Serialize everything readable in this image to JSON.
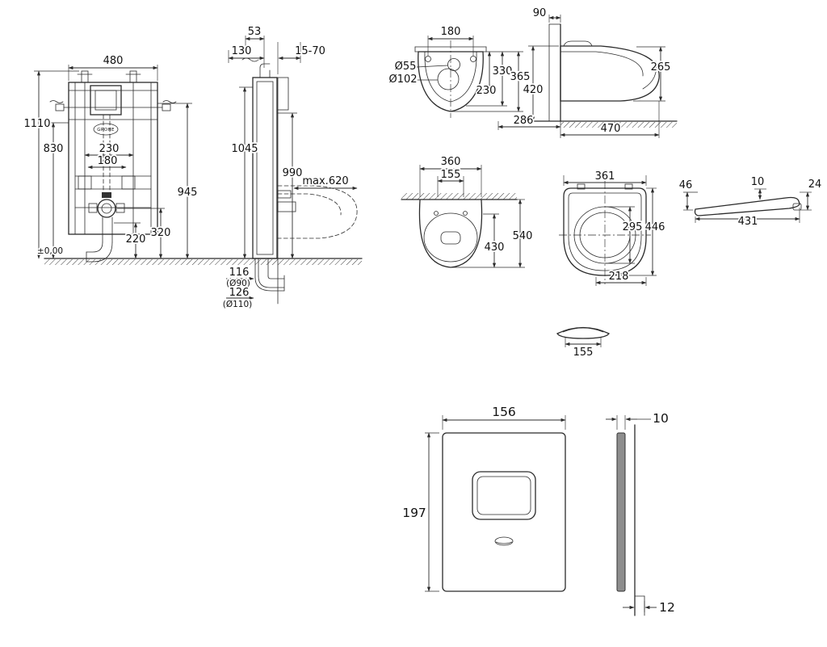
{
  "views": {
    "cistern_front": {
      "w480": "480",
      "h1110": "1110",
      "h830": "830",
      "w230": "230",
      "w180": "180",
      "h945": "945",
      "h320": "320",
      "h220": "220",
      "zero": "±0,00",
      "logo": "GROHE"
    },
    "cistern_side": {
      "d53": "53",
      "d130": "130",
      "d1570": "15-70",
      "d1045": "1045",
      "d990": "990",
      "dmax620": "max.620",
      "d116": "116",
      "d90": "(Ø90)",
      "d126": "126",
      "d110": "(Ø110)"
    },
    "wc_top": {
      "d180": "180",
      "d55": "Ø55",
      "d102": "Ø102",
      "d330": "330",
      "d365": "365",
      "d230": "230"
    },
    "wc_side": {
      "d90": "90",
      "d420": "420",
      "d265": "265",
      "d286": "286",
      "d470": "470"
    },
    "bowl_front": {
      "d360": "360",
      "d155": "155",
      "d540": "540",
      "d430": "430"
    },
    "seat_top": {
      "d361": "361",
      "d295": "295",
      "d446": "446",
      "d218": "218"
    },
    "lid_side": {
      "d46": "46",
      "d10": "10",
      "d24": "24",
      "d431": "431"
    },
    "lid_front": {
      "d155": "155"
    },
    "plate_front": {
      "d156": "156",
      "d197": "197"
    },
    "plate_side": {
      "d10": "10",
      "d12": "12"
    }
  },
  "colors": {
    "line": "#2b2b2b",
    "background": "#ffffff"
  }
}
